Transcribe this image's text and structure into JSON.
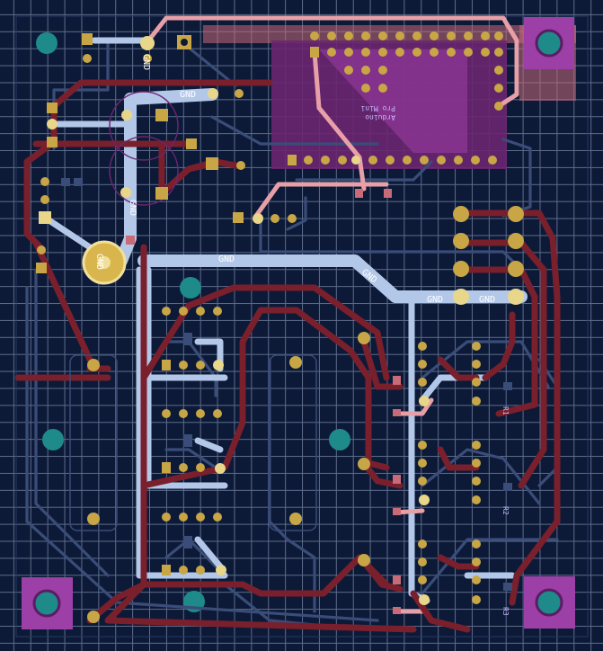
{
  "title": "",
  "colors": {
    "background": "#0c1a38",
    "grid": "#5d6c8a",
    "top_copper": "#7a1f2c",
    "bottom_copper": "#3a4c78",
    "gnd_fill": "#b3c8e8",
    "pink_trace": "#e8a0a8",
    "pad_yellow": "#c8a646",
    "mounting_hole": "#1e8a8a",
    "module_magenta": "#7a2d80",
    "corner_pad": "#9c3fa6"
  },
  "labels": {
    "gnd_top": "GND",
    "gnd_mid": "GND",
    "gnd_diag": "GND",
    "gnd_right_a": "GND",
    "gnd_right_b": "GND",
    "gnd_left_vert": "GND",
    "gnd_small_a": "GND",
    "gnd_small_b": "GND",
    "gnd_top_vert": "GND"
  },
  "silk": {
    "r1": "R1",
    "r2": "R2",
    "r3": "R3",
    "module_text_a": "Arduino",
    "module_text_b": "Pro Mini"
  }
}
